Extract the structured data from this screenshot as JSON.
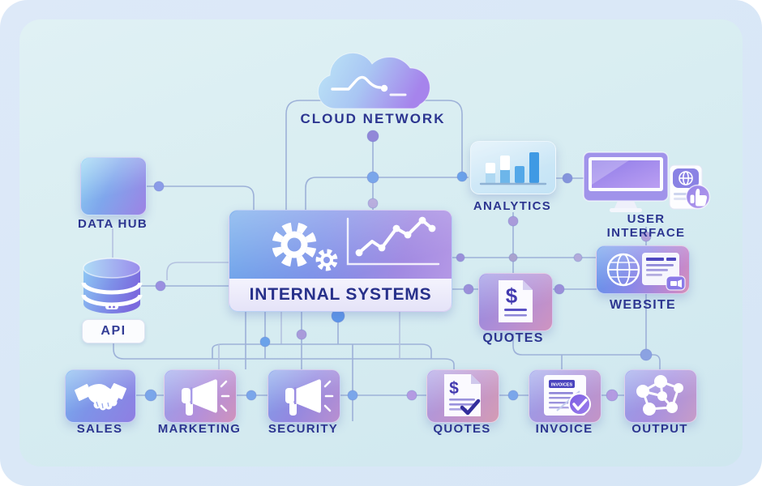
{
  "colors": {
    "background_outer": "#dbe7f6",
    "background_inner": "#d9edf2",
    "label_text": "#2c3590",
    "connector_line": "#9db1d8",
    "connector_dot_blue": "#6ba2ea",
    "connector_dot_purple": "#a99bda",
    "card_blue": "#6aa8ec",
    "card_purple": "#9a82e2",
    "card_pink": "#cc8cb8"
  },
  "nodes": {
    "cloud_network": {
      "label": "CLOUD NETWORK",
      "icon": "cloud-icon"
    },
    "data_hub": {
      "label": "DATA HUB",
      "icon": "cube-icon"
    },
    "api": {
      "label": "API",
      "icon": "database-icon"
    },
    "internal_systems": {
      "label": "INTERNAL SYSTEMS",
      "icon": "gears-and-line-chart-icon"
    },
    "analytics": {
      "label": "ANALYTICS",
      "icon": "bar-chart-icon"
    },
    "user_interface": {
      "label": "USER INTERFACE",
      "icon": "monitor-thumbs-up-icon"
    },
    "website": {
      "label": "WEBSITE",
      "icon": "globe-document-icon"
    },
    "quotes_mid": {
      "label": "QUOTES",
      "icon": "dollar-document-icon",
      "icon_glyph": "$"
    },
    "sales": {
      "label": "SALES",
      "icon": "handshake-icon"
    },
    "marketing": {
      "label": "MARKETING",
      "icon": "megaphone-icon"
    },
    "security": {
      "label": "SECURITY",
      "icon": "megaphone-icon"
    },
    "quotes_bottom": {
      "label": "QUOTES",
      "icon": "dollar-document-check-icon",
      "icon_glyph": "$"
    },
    "invoice": {
      "label": "INVOICE",
      "icon": "invoice-document-icon",
      "badge_label": "INVOICES"
    },
    "output": {
      "label": "OUTPUT",
      "icon": "network-nodes-icon"
    }
  }
}
